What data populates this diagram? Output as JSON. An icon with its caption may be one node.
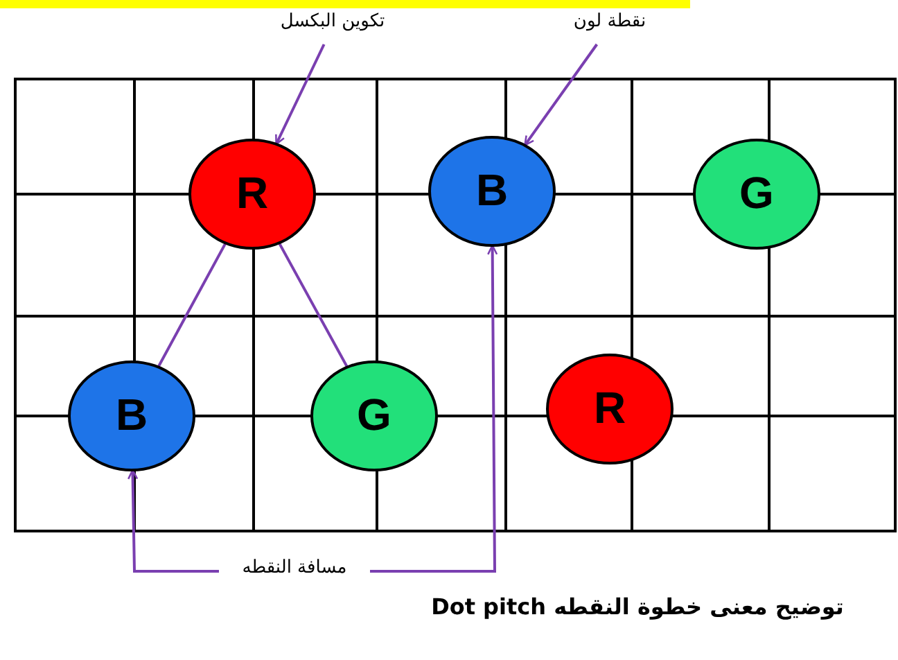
{
  "diagram": {
    "caption": "توضيح معنى خطوة النقطه Dot pitch",
    "nodes": [
      {
        "text": [
          "تكوين البكسل"
        ]
      },
      {
        "text": [
          "نقطة لون"
        ]
      },
      {
        "text": [
          "R"
        ]
      },
      {
        "text": [
          "B"
        ]
      },
      {
        "text": [
          "G"
        ]
      },
      {
        "text": [
          "B"
        ]
      },
      {
        "text": [
          "G"
        ]
      },
      {
        "text": [
          "R"
        ]
      },
      {
        "text": [
          "مسافة النقطه"
        ]
      }
    ],
    "edges": [
      {
        "from": 0,
        "to": 2,
        "arrow": "to"
      },
      {
        "from": 1,
        "to": 3,
        "arrow": "to"
      },
      {
        "from": 2,
        "to": 5,
        "arrow": "none"
      },
      {
        "from": 2,
        "to": 6,
        "arrow": "none"
      },
      {
        "from": 8,
        "to": 5,
        "arrow": "to"
      },
      {
        "from": 8,
        "to": 3,
        "arrow": "to"
      }
    ]
  }
}
